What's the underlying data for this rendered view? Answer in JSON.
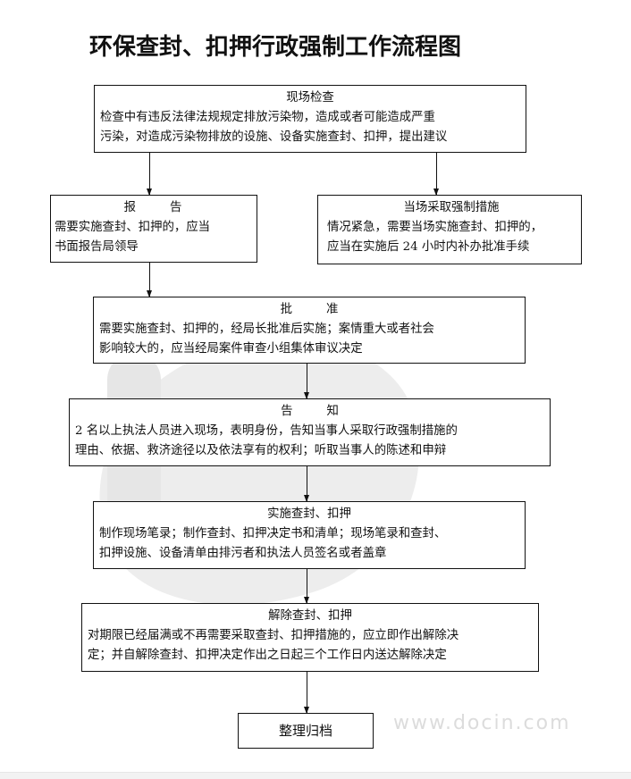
{
  "title": "环保查封、扣押行政强制工作流程图",
  "watermark": {
    "text": "www.docin.com",
    "color": "#dcdcdc"
  },
  "colors": {
    "border": "#111111",
    "background": "#ffffff",
    "watermark": "#e6e6e6"
  },
  "nodes": {
    "inspection": {
      "heading": "现场检查",
      "lines": [
        " 检查中有违反法律法规规定排放污染物，造成或者可能造成严重",
        "污染，对造成污染物排放的设施、设备实施查封、扣押，提出建议"
      ]
    },
    "report": {
      "heading": "报告",
      "lines": [
        "需要实施查封、扣押的，应当",
        "书面报告局领导"
      ]
    },
    "onsite_measures": {
      "heading": "当场采取强制措施",
      "lines": [
        "情况紧急，需要当场实施查封、扣押的，",
        "应当在实施后 24 小时内补办批准手续"
      ]
    },
    "approval": {
      "heading": "批准",
      "lines": [
        " 需要实施查封、扣押的，经局长批准后实施；案情重大或者社会",
        "影响较大的，应当经局案件审查小组集体审议决定"
      ]
    },
    "notification": {
      "heading": "告知",
      "lines": [
        " 2 名以上执法人员进入现场，表明身份，告知当事人采取行政强制措施的",
        "理由、依据、救济途径以及依法享有的权利；听取当事人的陈述和申辩"
      ]
    },
    "enforcement": {
      "heading": "实施查封、扣押",
      "lines": [
        " 制作现场笔录；制作查封、扣押决定书和清单；现场笔录和查封、",
        "扣押设施、设备清单由排污者和执法人员签名或者盖章"
      ]
    },
    "release": {
      "heading": "解除查封、扣押",
      "lines": [
        " 对期限已经届满或不再需要采取查封、扣押措施的，应立即作出解除决",
        "定；并自解除查封、扣押决定作出之日起三个工作日内送达解除决定"
      ]
    },
    "archive": {
      "heading": "整理归档"
    }
  },
  "edges": [
    {
      "from": "现场检查",
      "to": "报告"
    },
    {
      "from": "现场检查",
      "to": "当场采取强制措施"
    },
    {
      "from": "报告",
      "to": "批准"
    },
    {
      "from": "批准",
      "to": "告知"
    },
    {
      "from": "告知",
      "to": "实施查封、扣押"
    },
    {
      "from": "实施查封、扣押",
      "to": "解除查封、扣押"
    },
    {
      "from": "解除查封、扣押",
      "to": "整理归档"
    }
  ]
}
